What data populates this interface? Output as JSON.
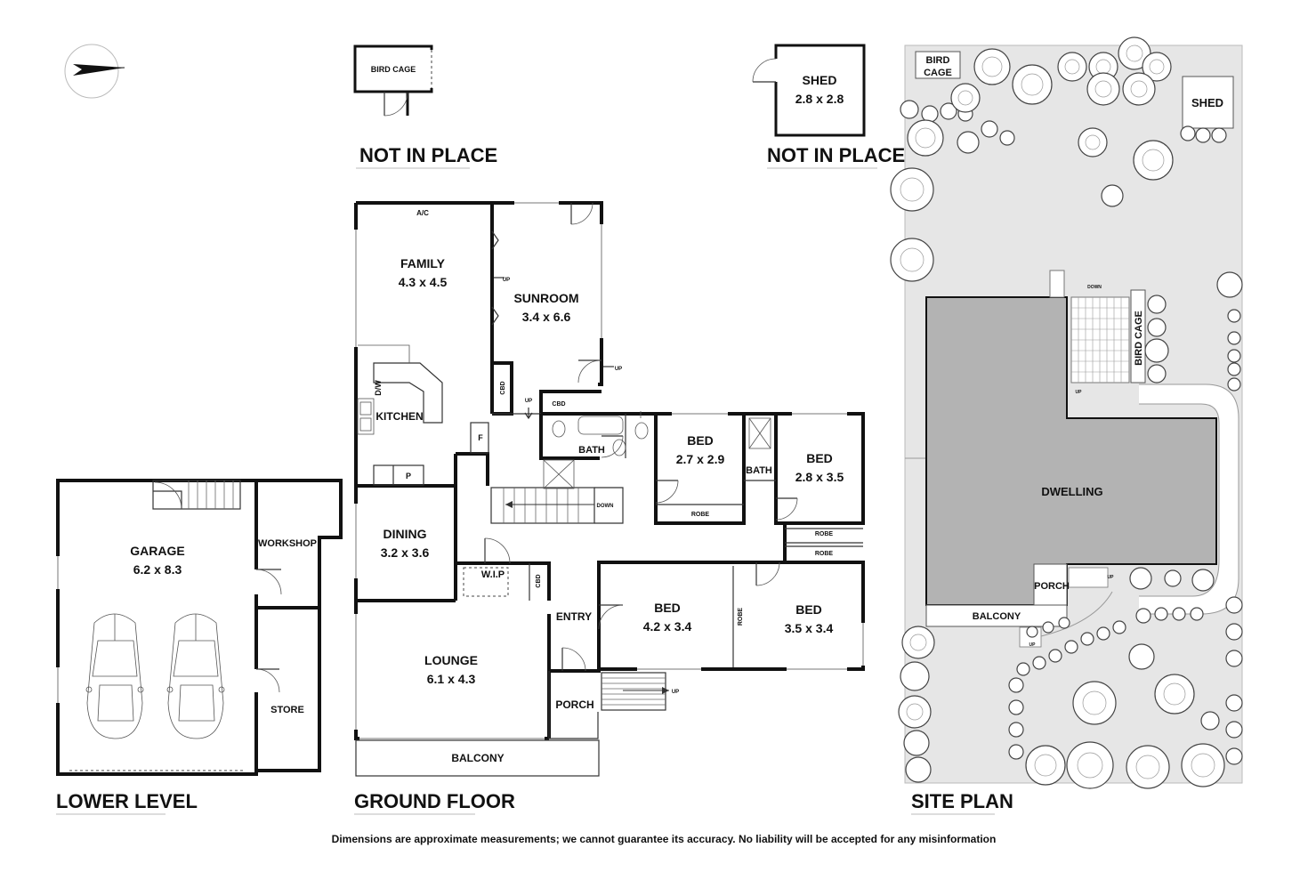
{
  "annex": {
    "bird_cage_label": "BIRD CAGE",
    "bird_cage_status": "NOT IN PLACE",
    "shed_label": "SHED",
    "shed_dims": "2.8 x 2.8",
    "shed_status": "NOT IN PLACE"
  },
  "lower_level": {
    "heading": "LOWER LEVEL",
    "garage": {
      "name": "GARAGE",
      "dims": "6.2 x 8.3"
    },
    "workshop": "WORKSHOP",
    "store": "STORE"
  },
  "ground_floor": {
    "heading": "GROUND FLOOR",
    "ac": "A/C",
    "family": {
      "name": "FAMILY",
      "dims": "4.3 x 4.5"
    },
    "sunroom": {
      "name": "SUNROOM",
      "dims": "3.4 x 6.6"
    },
    "kitchen": "KITCHEN",
    "dw": "D/W",
    "pantry": "P",
    "fridge": "F",
    "cbd": "CBD",
    "bath": "BATH",
    "up": "UP",
    "down": "DOWN",
    "bed1": {
      "name": "BED",
      "dims": "2.7 x 2.9"
    },
    "bed2": {
      "name": "BED",
      "dims": "2.8 x 3.5"
    },
    "bed3": {
      "name": "BED",
      "dims": "4.2 x 3.4"
    },
    "bed4": {
      "name": "BED",
      "dims": "3.5 x 3.4"
    },
    "robe": "ROBE",
    "dining": {
      "name": "DINING",
      "dims": "3.2 x 3.6"
    },
    "wip": "W.I.P",
    "entry": "ENTRY",
    "lounge": {
      "name": "LOUNGE",
      "dims": "6.1 x 4.3"
    },
    "porch": "PORCH",
    "balcony": "BALCONY"
  },
  "site_plan": {
    "heading": "SITE PLAN",
    "bird_cage_line1": "BIRD",
    "bird_cage_line2": "CAGE",
    "shed": "SHED",
    "bird_cage": "BIRD CAGE",
    "dwelling": "DWELLING",
    "porch": "PORCH",
    "balcony": "BALCONY",
    "down": "DOWN",
    "up": "UP"
  },
  "disclaimer": "Dimensions are approximate measurements; we cannot guarantee its accuracy. No liability will be accepted for any misinformation"
}
